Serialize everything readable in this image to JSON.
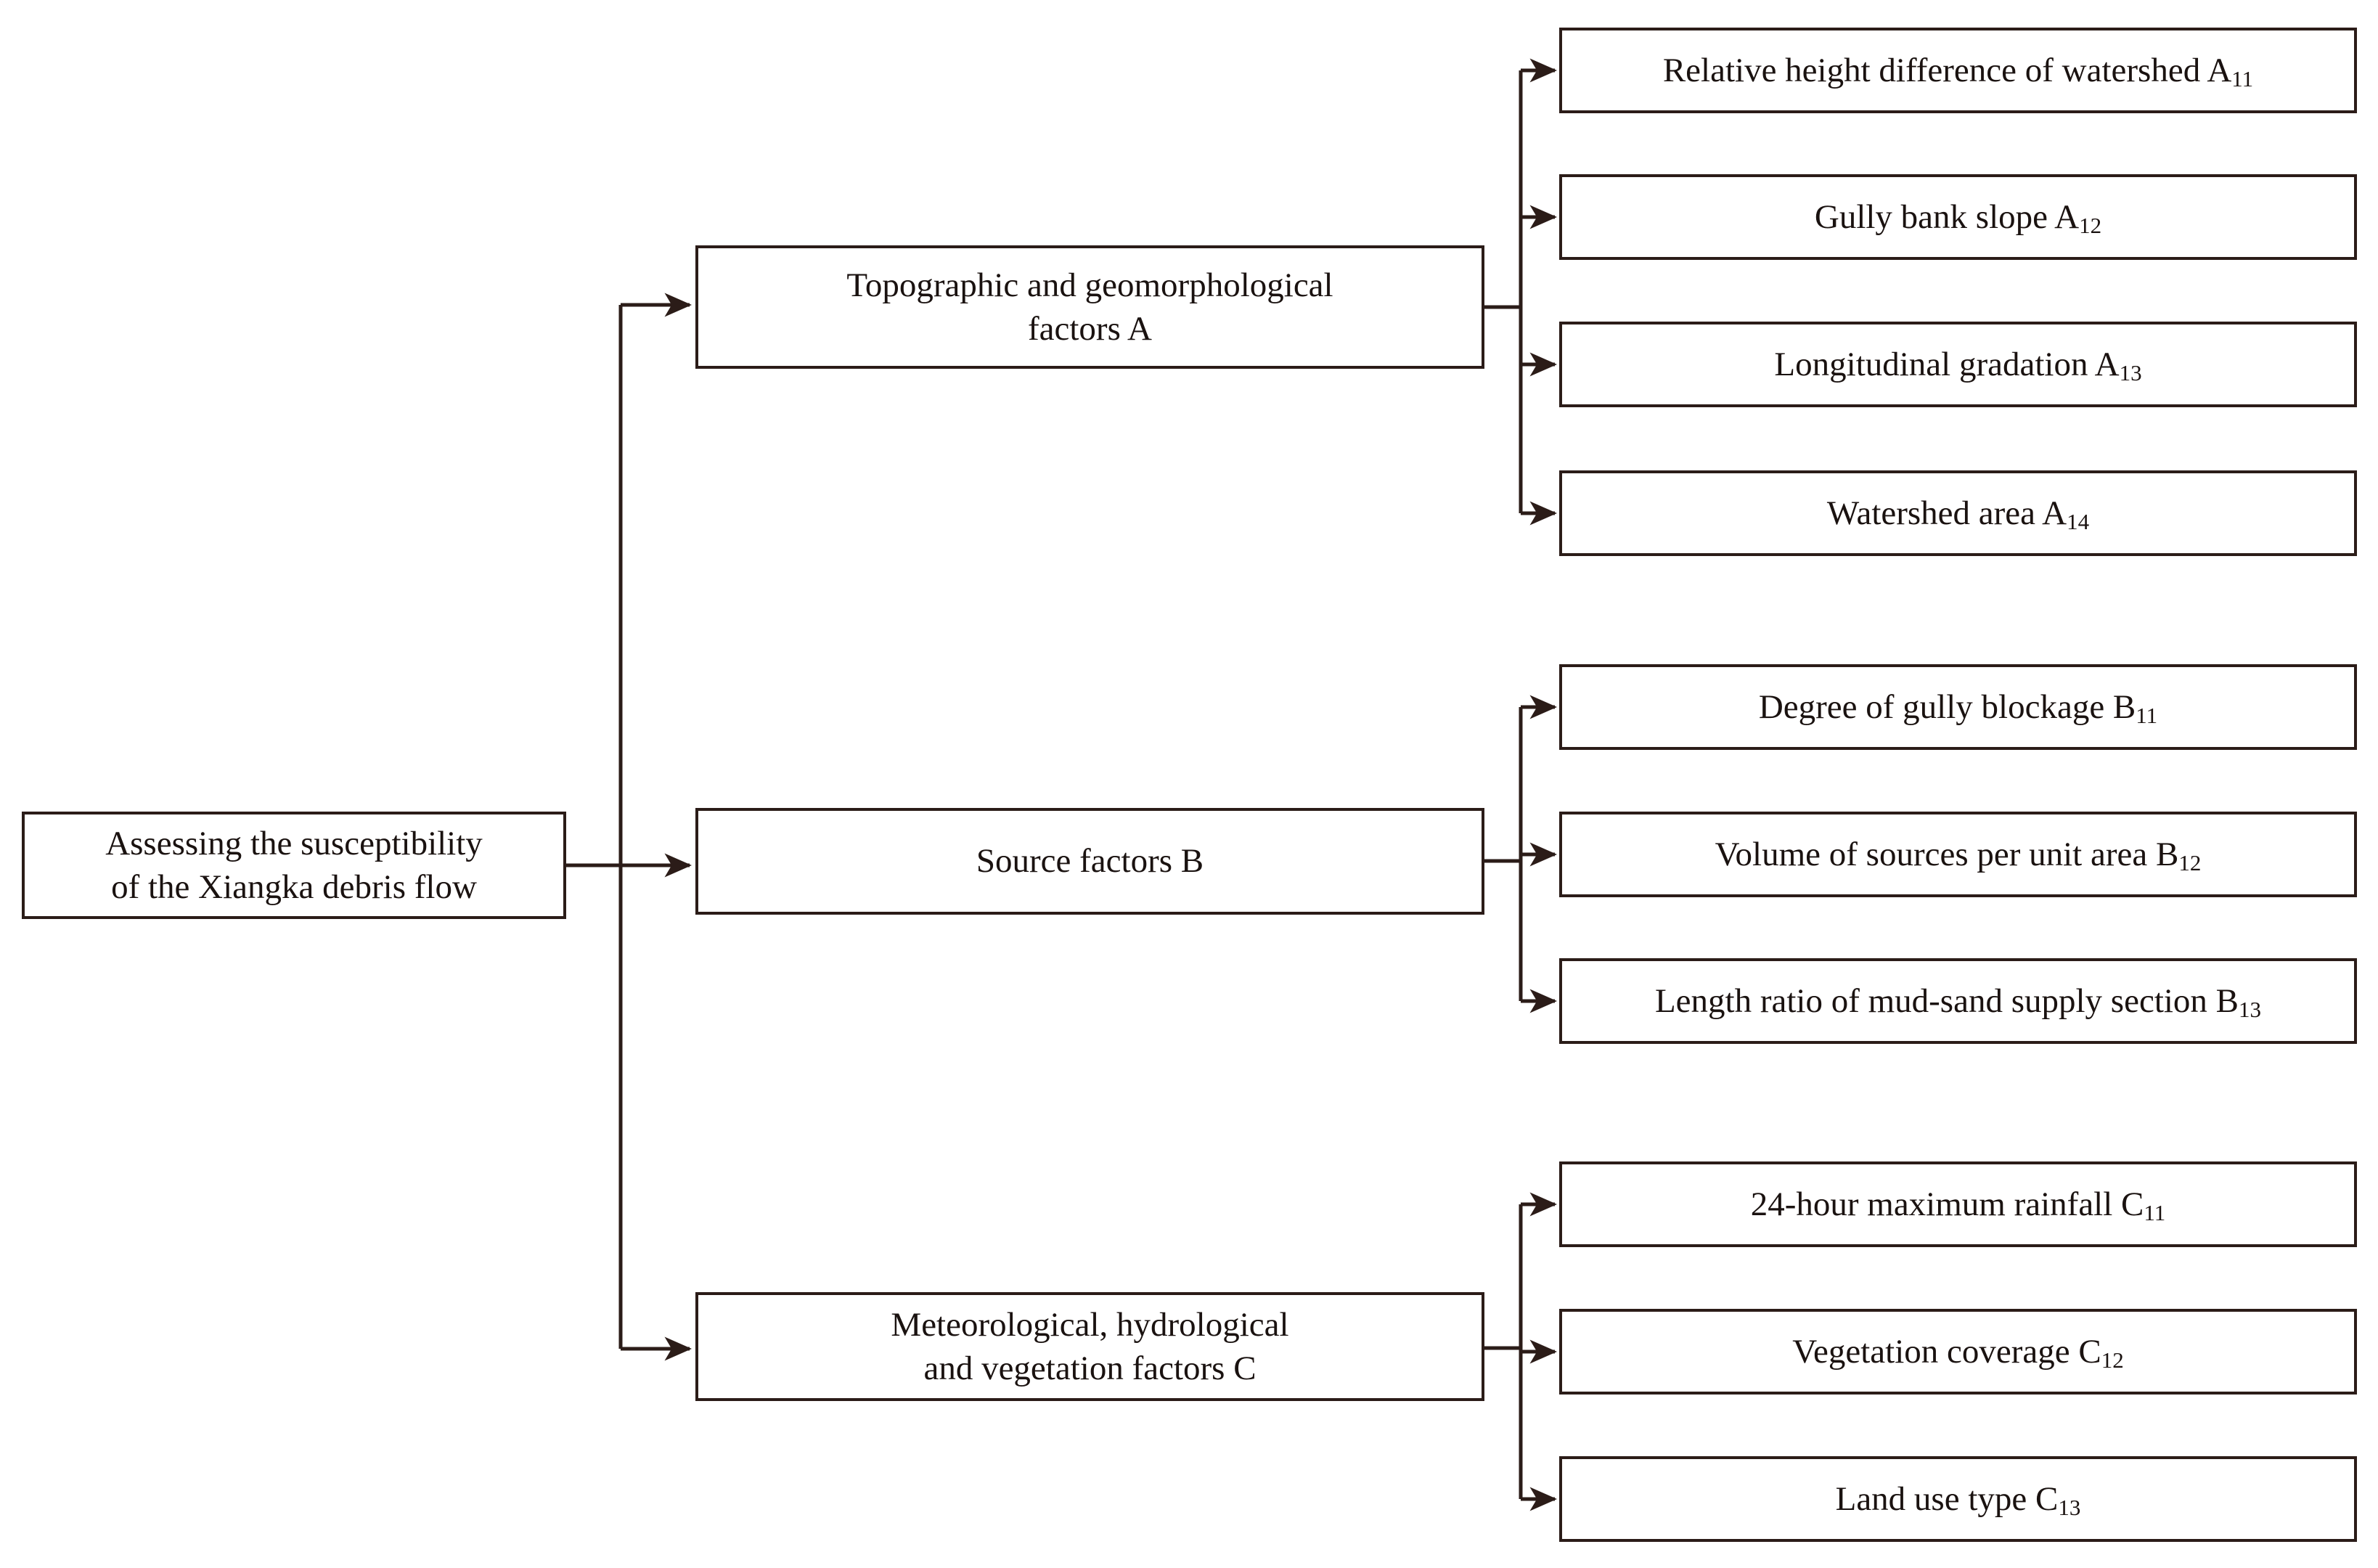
{
  "diagram": {
    "title": "Assessing the susceptibility of the Xiangka debris flow",
    "type": "hierarchical-tree",
    "orientation": "left-to-right",
    "line_color": "#2b1c18",
    "background_color": "#ffffff",
    "text_color": "#1a1210"
  },
  "root": {
    "label": "Assessing the susceptibility of the Xiangka debris flow",
    "line1": "Assessing the susceptibility",
    "line2": "of the Xiangka debris flow"
  },
  "criteria": [
    {
      "id": "A",
      "label": "Topographic and geomorphological factors A",
      "line1": "Topographic and geomorphological",
      "line2": "factors A",
      "indicators": [
        {
          "code": "A11",
          "base": "Relative height difference of watershed A",
          "sub": "11",
          "label": "Relative height difference of watershed A11"
        },
        {
          "code": "A12",
          "base": "Gully bank slope A",
          "sub": "12",
          "label": "Gully bank slope A12"
        },
        {
          "code": "A13",
          "base": "Longitudinal gradation A",
          "sub": "13",
          "label": "Longitudinal gradation A13"
        },
        {
          "code": "A14",
          "base": "Watershed area A",
          "sub": "14",
          "label": "Watershed area A14"
        }
      ]
    },
    {
      "id": "B",
      "label": "Source factors B",
      "line1": "Source factors B",
      "line2": "",
      "indicators": [
        {
          "code": "B11",
          "base": "Degree of gully blockage B",
          "sub": "11",
          "label": "Degree of gully blockage B11"
        },
        {
          "code": "B12",
          "base": "Volume of sources per unit area B",
          "sub": "12",
          "label": "Volume of sources per unit area B12"
        },
        {
          "code": "B13",
          "base": "Length ratio of mud-sand supply section B",
          "sub": "13",
          "label": "Length ratio of mud-sand supply section B13"
        }
      ]
    },
    {
      "id": "C",
      "label": "Meteorological, hydrological and vegetation factors C",
      "line1": "Meteorological, hydrological",
      "line2": "and vegetation factors C",
      "indicators": [
        {
          "code": "C11",
          "base": "24-hour maximum rainfall C",
          "sub": "11",
          "label": "24-hour maximum rainfall C11"
        },
        {
          "code": "C12",
          "base": "Vegetation coverage C",
          "sub": "12",
          "label": "Vegetation coverage C12"
        },
        {
          "code": "C13",
          "base": "Land use type C",
          "sub": "13",
          "label": "Land use type C13"
        }
      ]
    }
  ]
}
